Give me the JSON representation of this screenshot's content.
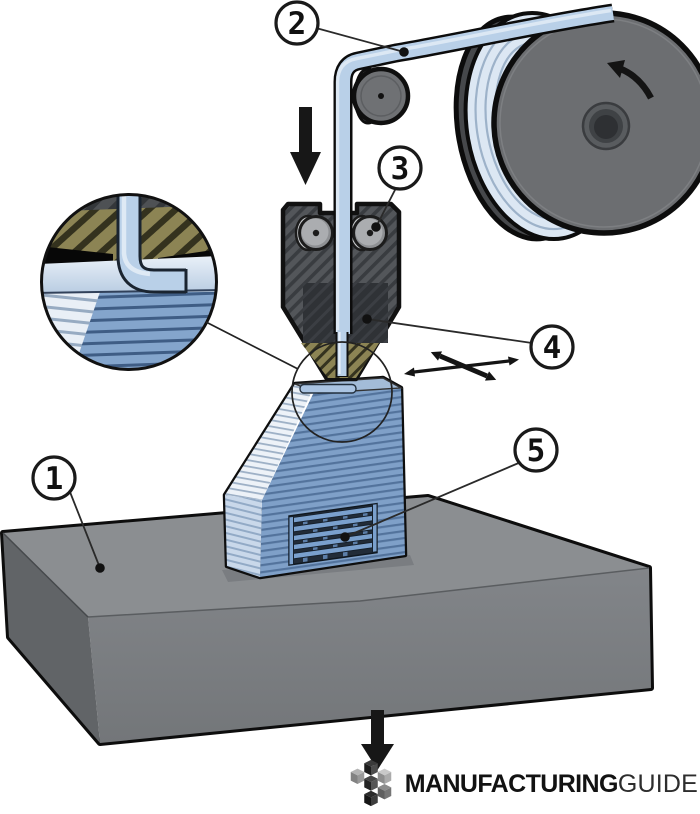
{
  "figure": {
    "callouts": [
      {
        "number": "1"
      },
      {
        "number": "2"
      },
      {
        "number": "3"
      },
      {
        "number": "4"
      },
      {
        "number": "5"
      }
    ]
  },
  "branding": {
    "wordmark_bold": "MANUFACTURING",
    "wordmark_light": "GUIDE"
  },
  "icons": {
    "filament_feed": "down-arrow",
    "spool_rotation": "counterclockwise-curved-arrow",
    "head_motion": "crossed-double-arrows-xy",
    "platform_motion": "down-arrow",
    "logo_mark": "isometric-cubes"
  },
  "colors": {
    "filament_blue": "#b9d0e8",
    "part_blue": "#7fa0c8",
    "part_light_layers": "#edf2f8",
    "platform_gray_top": "#8b8e91",
    "platform_gray_front": "#7b7e81",
    "platform_gray_left": "#616467",
    "extruder_body": "#53565a",
    "heated_zone_olive": "#8c8454",
    "spool_gray": "#6c6e71",
    "outline": "#111111",
    "background": "#ffffff"
  }
}
